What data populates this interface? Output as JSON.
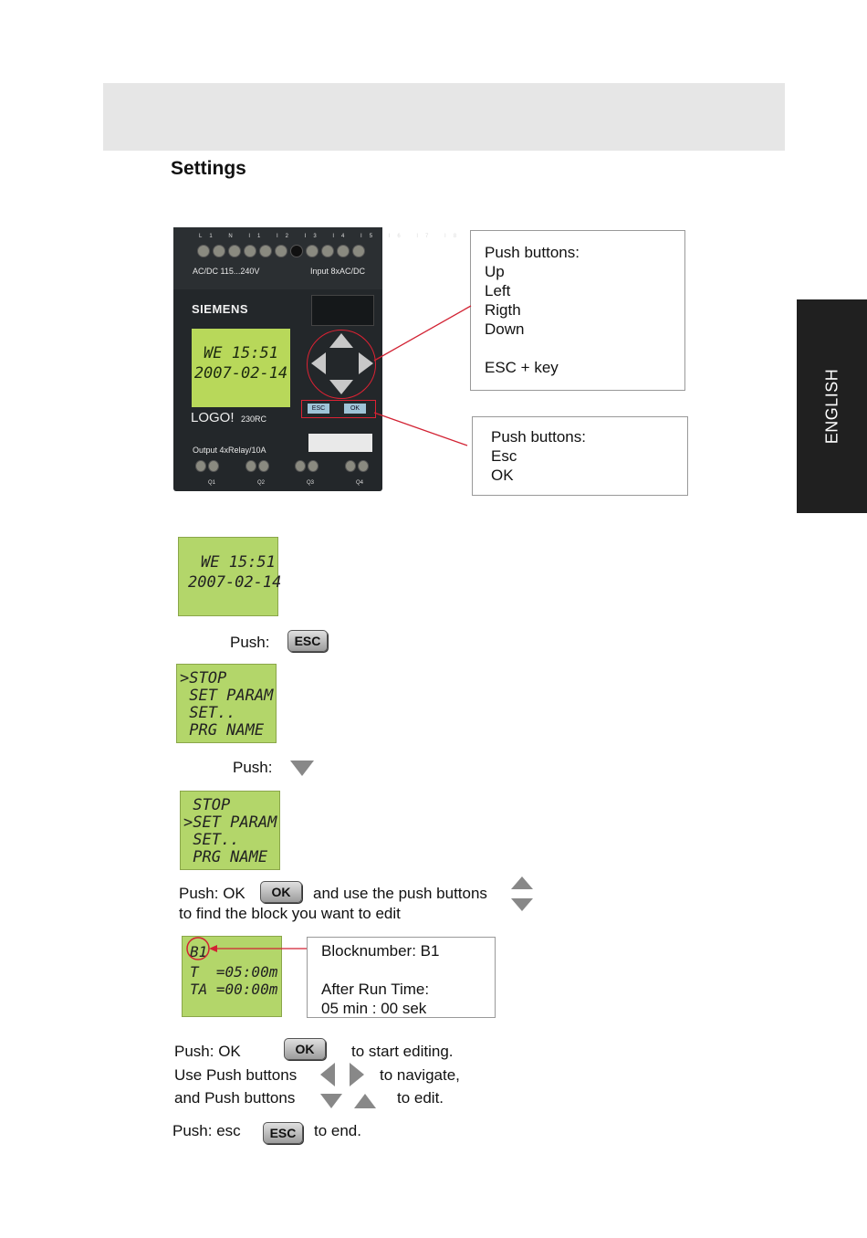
{
  "page": {
    "section_title": "Settings",
    "language_tab": "ENGLISH"
  },
  "device": {
    "terminal_labels": "L1 N I1 I2 I3 I4 I5 I6 I7 I8",
    "supply_label": "AC/DC 115...240V",
    "input_label": "Input 8xAC/DC",
    "brand": "SIEMENS",
    "lcd_line1": "WE 15:51",
    "lcd_line2": "2007-02-14",
    "esc_key": "ESC",
    "ok_key": "OK",
    "model_logo": "LOGO!",
    "model_sub": "230RC",
    "output_label": "Output 4xRelay/10A",
    "q_labels": [
      "Q1",
      "Q2",
      "Q3",
      "Q4"
    ]
  },
  "callouts": {
    "nav_buttons": [
      "Push buttons:",
      "Up",
      "Left",
      "Rigth",
      "Down",
      "",
      "ESC + key"
    ],
    "esc_ok_buttons": [
      "Push buttons:",
      "Esc",
      "OK"
    ],
    "block_info": [
      "Blocknumber: B1",
      "",
      "After Run Time:",
      "05 min : 00 sek"
    ]
  },
  "screens": {
    "screen1": [
      "WE 15:51",
      "2007-02-14"
    ],
    "screen2": [
      ">STOP",
      " SET PARAM",
      " SET..",
      " PRG NAME"
    ],
    "screen3": [
      " STOP",
      ">SET PARAM",
      " SET..",
      " PRG NAME"
    ],
    "screen4": [
      "B1",
      "T  =05:00m",
      "",
      "TA =00:00m"
    ]
  },
  "steps": {
    "step1_push": "Push:",
    "step1_key": "ESC",
    "step2_push": "Push:",
    "step3_push": "Push: OK",
    "step3_key": "OK",
    "step3_text": "and use the push buttons",
    "step3_line2": "to find the block you want to edit",
    "final_push_ok": "Push:  OK",
    "final_ok_key": "OK",
    "final_start": "to start editing.",
    "final_use": "Use Push buttons",
    "final_navigate": "to navigate,",
    "final_and": "and Push buttons",
    "final_edit": "to edit.",
    "final_push_esc": "Push:  esc",
    "final_esc_key": "ESC",
    "final_end": "to end."
  },
  "colors": {
    "accent_red": "#d22233",
    "lcd_green": "#b3d66a",
    "header_gray": "#e6e6e6",
    "tab_dark": "#202020"
  }
}
